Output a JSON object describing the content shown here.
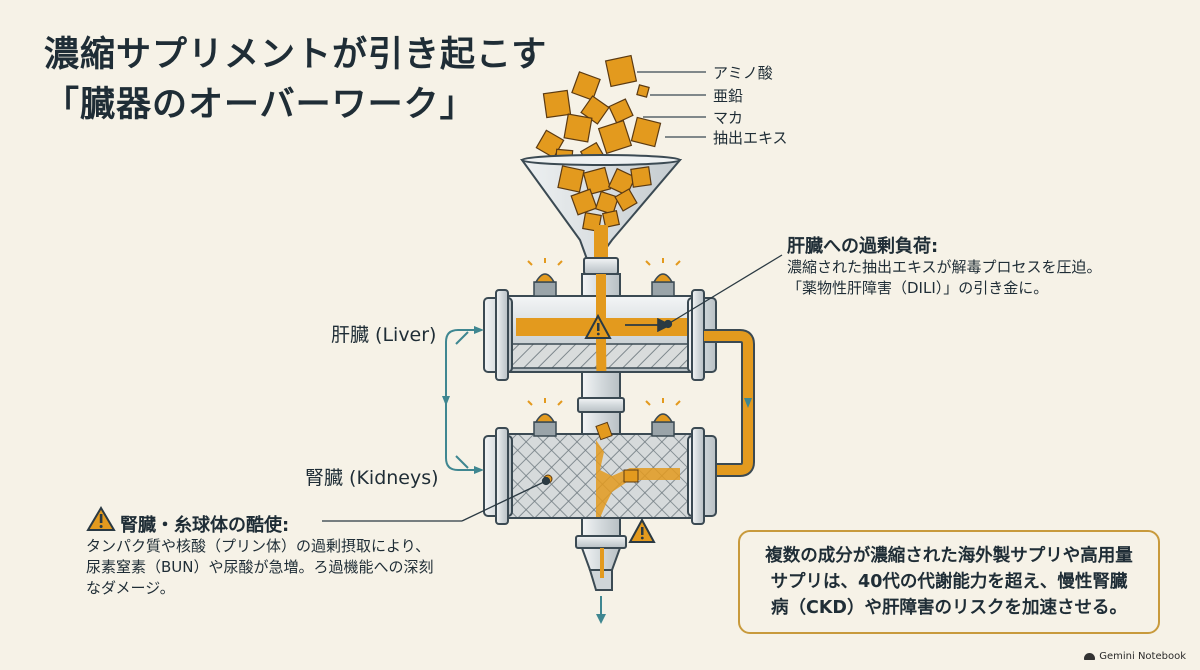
{
  "title": {
    "line1": "濃縮サプリメントが引き起こす",
    "line2": "「臓器のオーバーワーク」"
  },
  "ingredients": [
    {
      "label": "アミノ酸"
    },
    {
      "label": "亜鉛"
    },
    {
      "label": "マカ"
    },
    {
      "label": "抽出エキス"
    }
  ],
  "organs": {
    "liver": "肝臓 (Liver)",
    "kidneys": "腎臓 (Kidneys)"
  },
  "liver_callout": {
    "title": "肝臓への過剰負荷:",
    "line1": "濃縮された抽出エキスが解毒プロセスを圧迫。",
    "line2": "「薬物性肝障害（DILI）」の引き金に。"
  },
  "kidney_callout": {
    "title": "腎臓・糸球体の酷使:",
    "line1": "タンパク質や核酸（プリン体）の過剰摂取により、",
    "line2": "尿素窒素（BUN）や尿酸が急増。ろ過機能への深刻",
    "line3": "なダメージ。"
  },
  "summary": {
    "line1": "複数の成分が濃縮された海外製サプリや高用量",
    "line2": "サプリは、40代の代謝能力を超え、慢性腎臓",
    "line3": "病（CKD）や肝障害のリスクを加速させる。"
  },
  "badge": "Gemini Notebook",
  "colors": {
    "background": "#f6f2e7",
    "accent": "#e39a1e",
    "pipe": "#dfe4e6",
    "outline": "#3b4a53",
    "teal": "#3f8791"
  }
}
